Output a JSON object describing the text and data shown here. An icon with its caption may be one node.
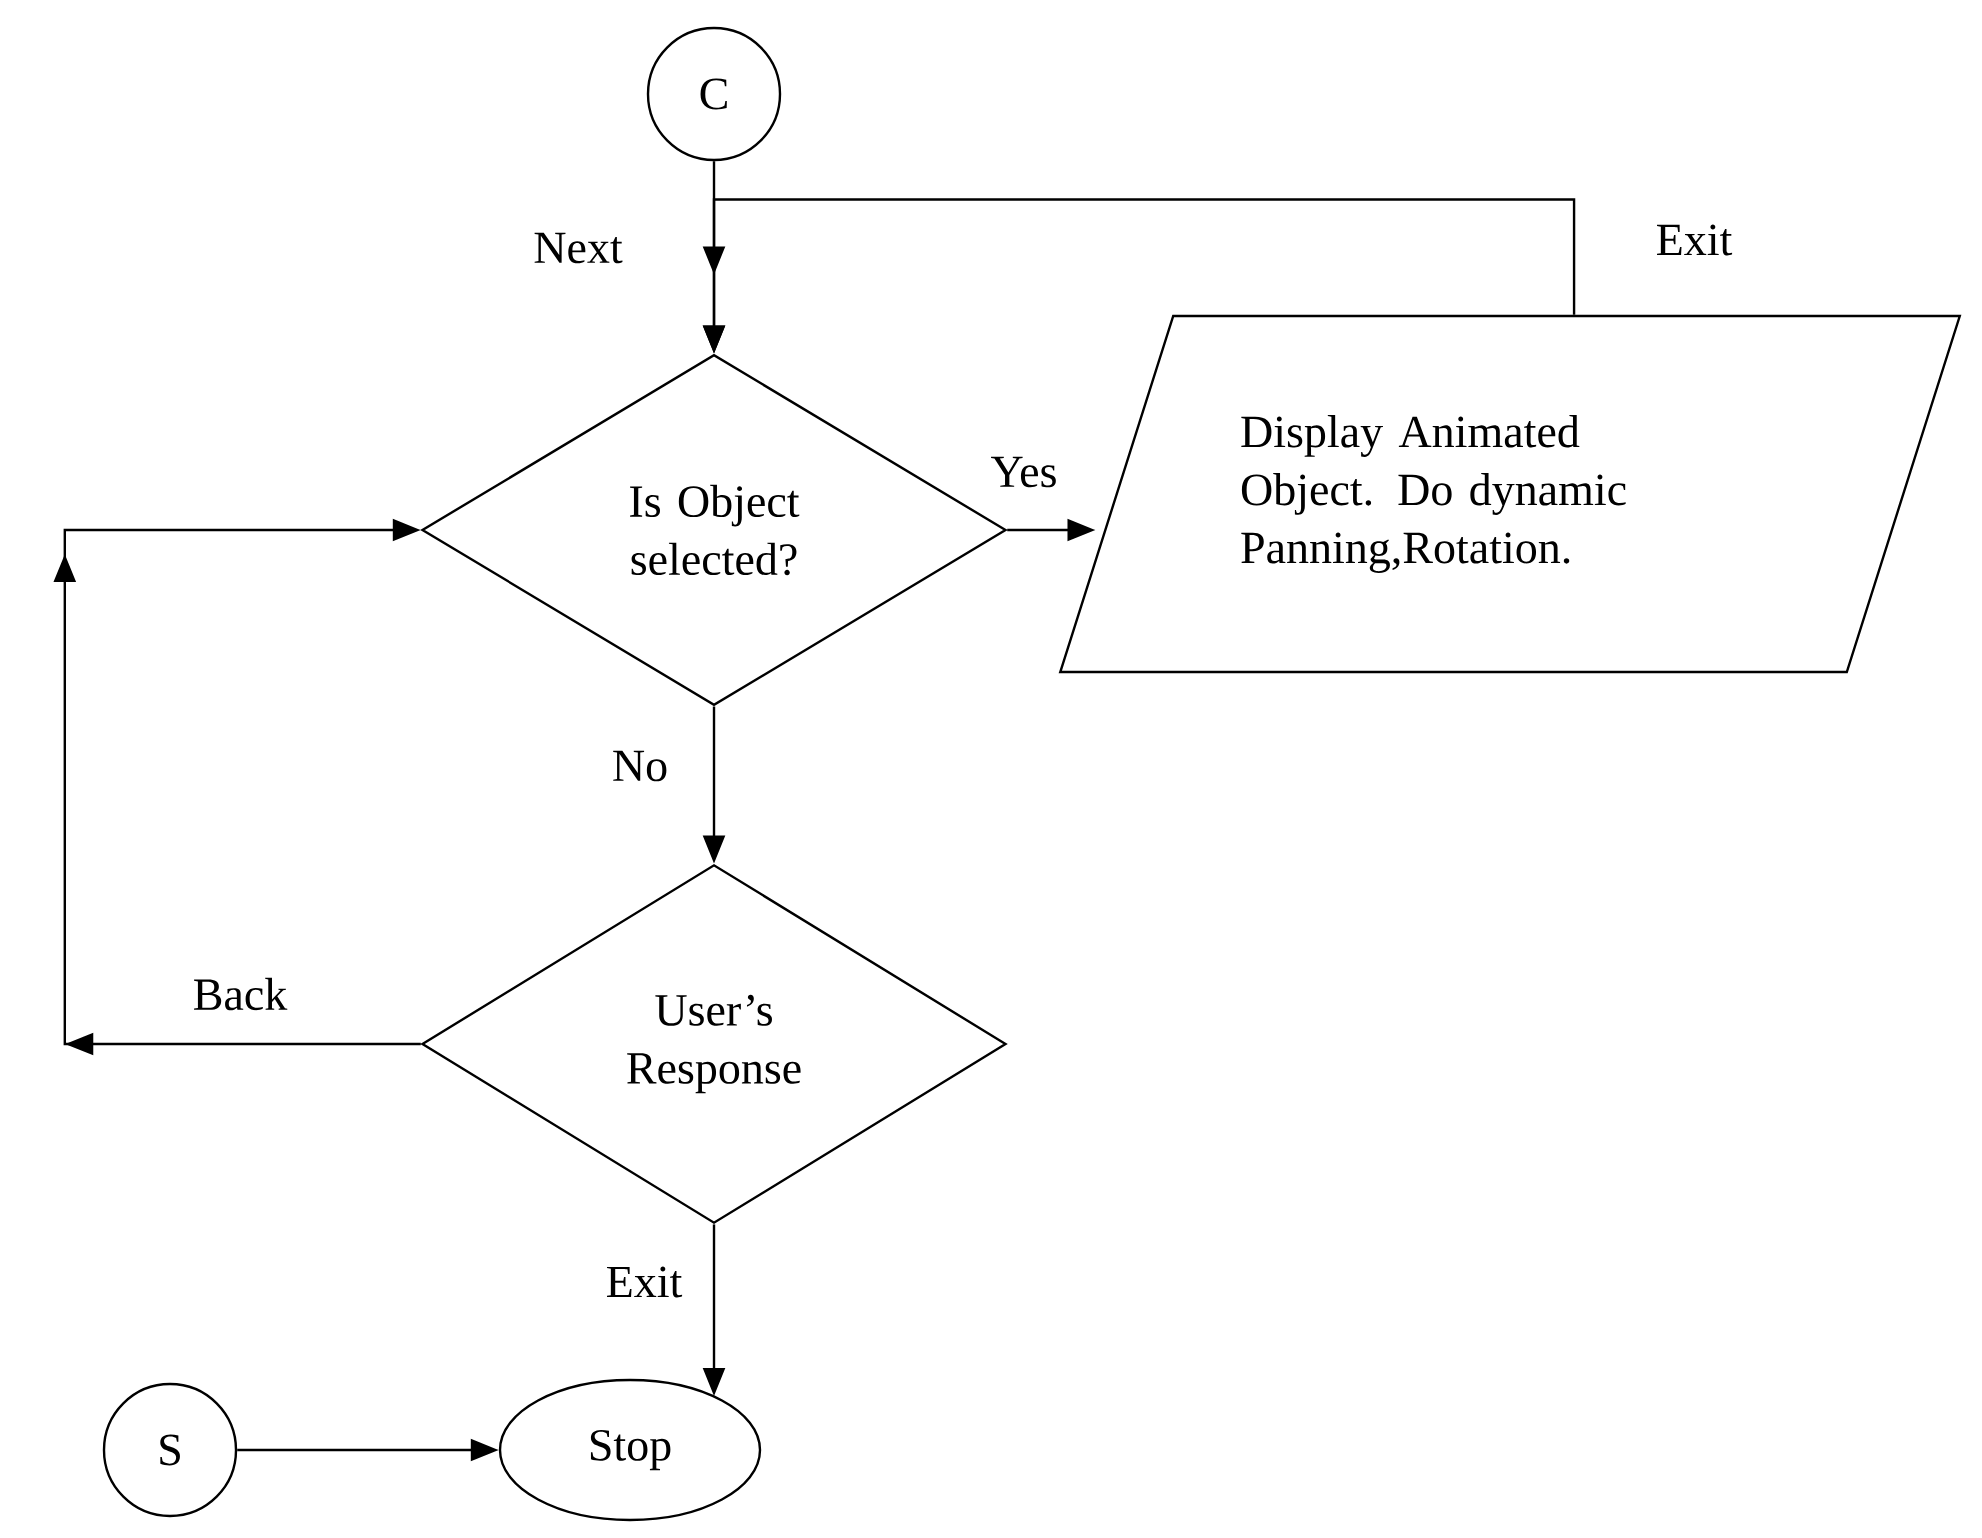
{
  "diagram": {
    "nodes": [
      {
        "text": [
          "C"
        ]
      },
      {
        "text": [
          "Is Object selected?"
        ]
      },
      {
        "text": [
          "Display Animated Object. Do dynamic Panning,Rotation."
        ]
      },
      {
        "text": [
          "User’s Response"
        ]
      },
      {
        "text": [
          "S"
        ]
      },
      {
        "text": [
          "Stop"
        ]
      }
    ],
    "edges": [
      {
        "from": 0,
        "to": 1,
        "arrow": "to",
        "label": "Next"
      },
      {
        "from": 1,
        "to": 2,
        "arrow": "to",
        "label": "Yes"
      },
      {
        "from": 2,
        "to": 1,
        "arrow": "to",
        "label": "Exit"
      },
      {
        "from": 1,
        "to": 3,
        "arrow": "to",
        "label": "No"
      },
      {
        "from": 3,
        "to": 1,
        "arrow": "to",
        "label": "Back"
      },
      {
        "from": 3,
        "to": 5,
        "arrow": "to",
        "label": "Exit"
      },
      {
        "from": 4,
        "to": 5,
        "arrow": "to"
      }
    ]
  }
}
